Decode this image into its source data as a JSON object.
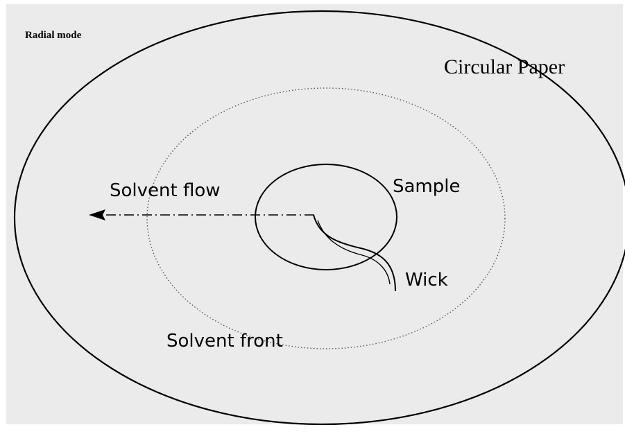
{
  "diagram": {
    "title": "Radial mode",
    "labels": {
      "circular_paper": "Circular Paper",
      "solvent_flow": "Solvent flow",
      "sample": "Sample",
      "wick": "Wick",
      "solvent_front": "Solvent front"
    },
    "colors": {
      "background": "#ebebeb",
      "stroke": "#000000"
    }
  }
}
